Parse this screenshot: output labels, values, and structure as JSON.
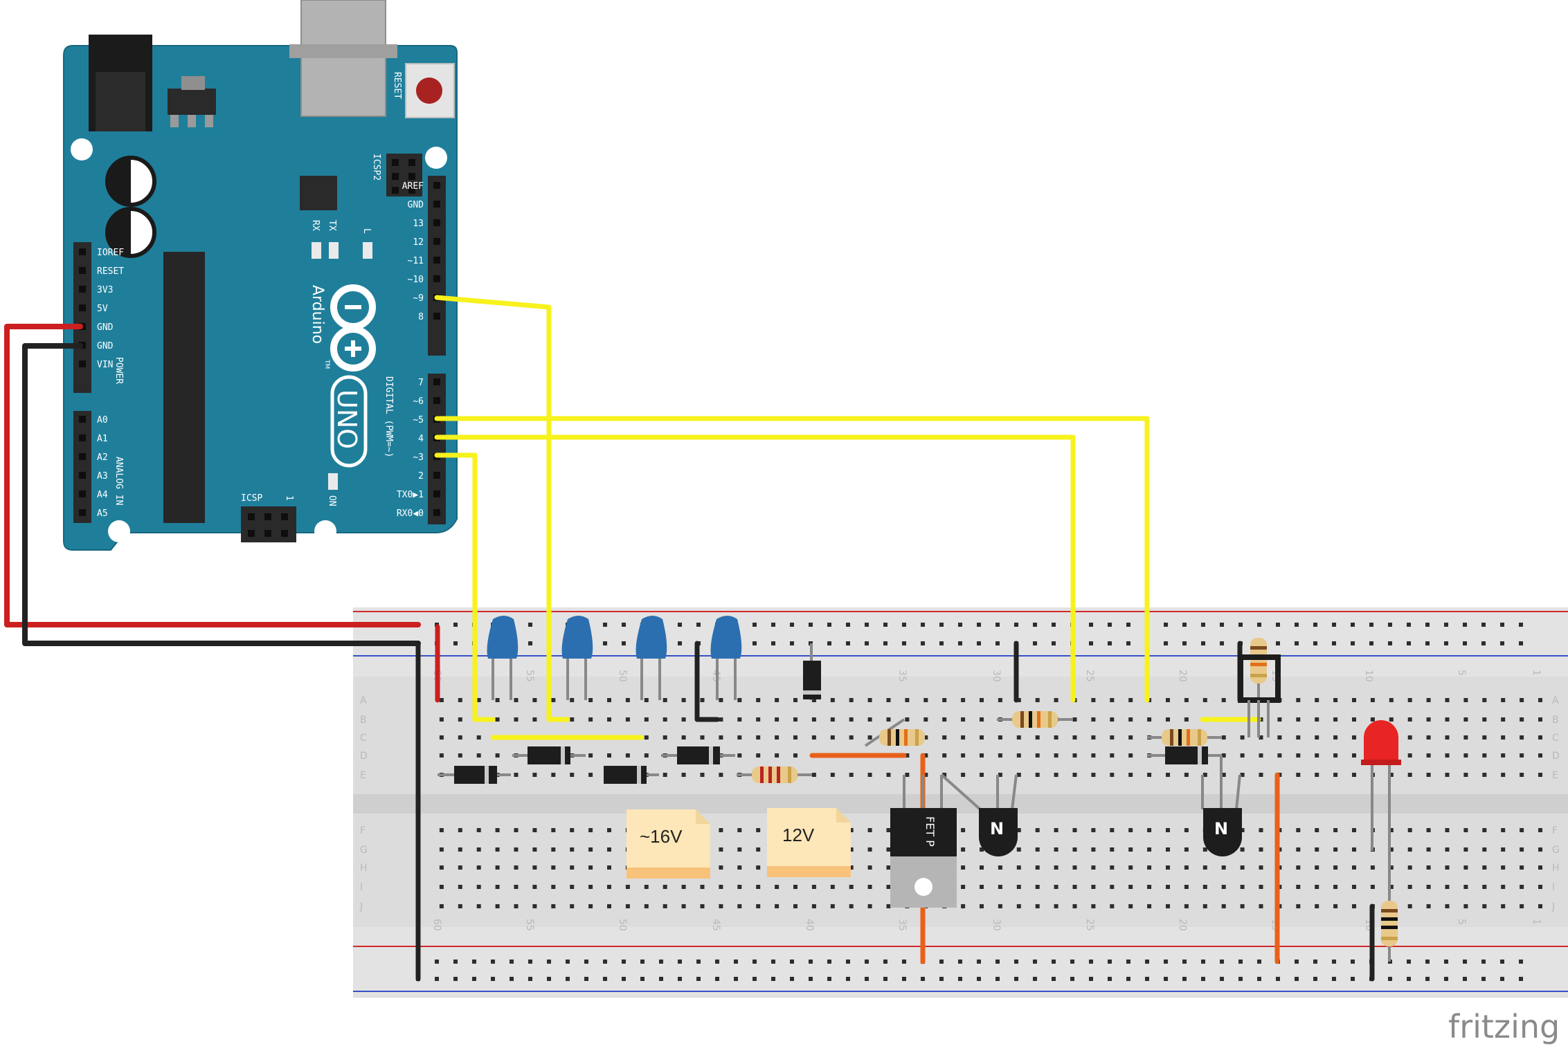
{
  "arduino": {
    "reset_label": "RESET",
    "icsp2_label": "ICSP2",
    "icsp_label": "ICSP",
    "icsp_pin1": "1",
    "tx_label": "TX",
    "rx_label": "RX",
    "l_label": "L",
    "on_label": "ON",
    "brand_label": "Arduino",
    "tm_label": "TM",
    "model_label": "UNO",
    "digital_label": "DIGITAL (PWM=~)",
    "power_label": "POWER",
    "analog_label": "ANALOG IN",
    "digital_pins": [
      "AREF",
      "GND",
      "13",
      "12",
      "~11",
      "~10",
      "~9",
      "8",
      "7",
      "~6",
      "~5",
      "4",
      "~3",
      "2",
      "TX0▶1",
      "RX0◀0"
    ],
    "power_pins": [
      "IOREF",
      "RESET",
      "3V3",
      "5V",
      "GND",
      "GND",
      "VIN"
    ],
    "analog_pins": [
      "A0",
      "A1",
      "A2",
      "A3",
      "A4",
      "A5"
    ]
  },
  "breadboard": {
    "row_letters_top": [
      "A",
      "B",
      "C",
      "D",
      "E"
    ],
    "row_letters_bottom": [
      "F",
      "G",
      "H",
      "I",
      "J"
    ],
    "column_numbers": [
      "60",
      "55",
      "50",
      "45",
      "40",
      "35",
      "30",
      "25",
      "20",
      "15",
      "10",
      "5",
      "1"
    ]
  },
  "notes": [
    {
      "id": "note-16v",
      "text": "~16V"
    },
    {
      "id": "note-12v",
      "text": "12V"
    }
  ],
  "components": {
    "transistor_marking": "N",
    "mosfet_marking": "FET P"
  },
  "watermark": "fritzing",
  "colors": {
    "arduino_board": "#1f7f9b",
    "wire_red": "#cc1f1f",
    "wire_black": "#222222",
    "wire_yellow": "#f7f21c",
    "wire_orange": "#e8611a",
    "breadboard": "#dcdcdc",
    "rail_red": "#d22a2a",
    "rail_blue": "#3550c8",
    "note": "#fde6b8",
    "capacitor": "#2b6fb0",
    "led": "#e82424"
  }
}
